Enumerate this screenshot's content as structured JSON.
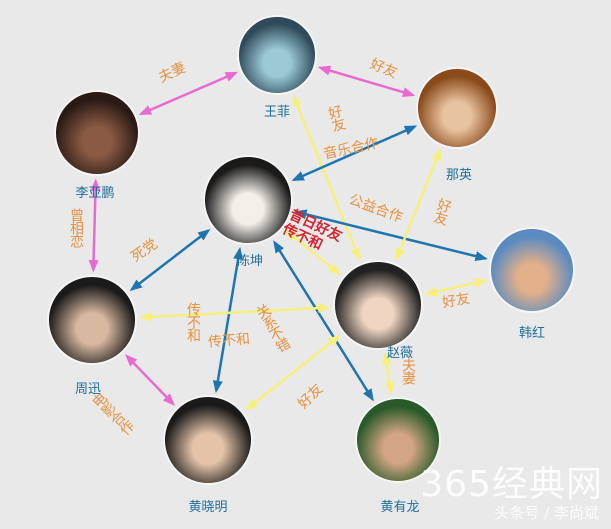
{
  "people": [
    {
      "id": "wangfei",
      "name": "王菲"
    },
    {
      "id": "liyapeng",
      "name": "李亚鹏"
    },
    {
      "id": "naying",
      "name": "那英"
    },
    {
      "id": "chenkun",
      "name": "陈坤"
    },
    {
      "id": "hanhong",
      "name": "韩红"
    },
    {
      "id": "zhouxun",
      "name": "周迅"
    },
    {
      "id": "zhaowei",
      "name": "赵薇"
    },
    {
      "id": "huangxiaoming",
      "name": "黄晓明"
    },
    {
      "id": "huangyoulong",
      "name": "黄有龙"
    }
  ],
  "relations": [
    {
      "from": "liyapeng",
      "to": "wangfei",
      "label": "夫妻",
      "color": "#e86ad0"
    },
    {
      "from": "wangfei",
      "to": "naying",
      "label": "好友",
      "color": "#e86ad0"
    },
    {
      "from": "liyapeng",
      "to": "zhouxun",
      "label": "曾相恋",
      "color": "#e86ad0"
    },
    {
      "from": "zhouxun",
      "to": "huangxiaoming",
      "label": "电影合作",
      "color": "#e86ad0"
    },
    {
      "from": "zhaowei",
      "to": "wangfei",
      "label": "好友",
      "color": "#f6f07a"
    },
    {
      "from": "chenkun",
      "to": "naying",
      "label": "音乐合作",
      "color": "#1f75b0"
    },
    {
      "from": "chenkun",
      "to": "hanhong",
      "label": "公益合作",
      "color": "#1f75b0"
    },
    {
      "from": "zhaowei",
      "to": "naying",
      "label": "好友",
      "color": "#f6f07a"
    },
    {
      "from": "zhaowei",
      "to": "hanhong",
      "label": "好友",
      "color": "#f6f07a"
    },
    {
      "from": "chenkun",
      "to": "zhaowei",
      "label": "昔日好友传不和",
      "color": "#f6f07a"
    },
    {
      "from": "chenkun",
      "to": "zhouxun",
      "label": "死党",
      "color": "#1f75b0"
    },
    {
      "from": "chenkun",
      "to": "huangxiaoming",
      "label": "传不和",
      "color": "#1f75b0"
    },
    {
      "from": "chenkun",
      "to": "huangyoulong",
      "label": "关系不错",
      "color": "#1f75b0"
    },
    {
      "from": "zhaowei",
      "to": "zhouxun",
      "label": "传不和",
      "color": "#f6f07a"
    },
    {
      "from": "zhaowei",
      "to": "huangxiaoming",
      "label": "好友",
      "color": "#f6f07a"
    },
    {
      "from": "zhaowei",
      "to": "huangyoulong",
      "label": "夫妻",
      "color": "#f6f07a"
    }
  ],
  "watermark": {
    "site": "365经典网",
    "byline": "头条号 / 李尚斌"
  }
}
